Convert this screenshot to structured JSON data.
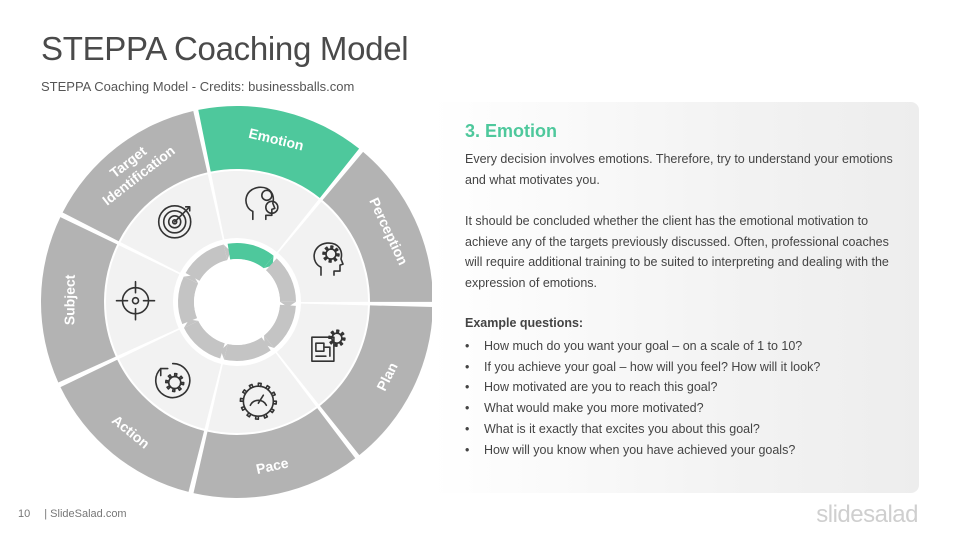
{
  "header": {
    "title": "STEPPA Coaching Model",
    "subtitle": "STEPPA Coaching Model - Credits: businessballs.com"
  },
  "wheel": {
    "segments": [
      {
        "label": "Subject",
        "active": false
      },
      {
        "label": "Target",
        "label2": "Identification",
        "active": false
      },
      {
        "label": "Emotion",
        "active": true
      },
      {
        "label": "Perception",
        "active": false
      },
      {
        "label": "Plan",
        "active": false
      },
      {
        "label": "Pace",
        "active": false
      },
      {
        "label": "Action",
        "active": false
      }
    ],
    "icons": [
      "target-crosshair-icon",
      "dartboard-icon",
      "emotions-head-icon",
      "mind-gears-icon",
      "blueprint-gear-icon",
      "speedometer-gear-icon",
      "cycle-gear-icon"
    ],
    "colors": {
      "segment": "#b3b3b3",
      "active": "#4ec89c",
      "inner": "#f2f2f2",
      "text": "#ffffff"
    }
  },
  "content": {
    "section_title": "3. Emotion",
    "paragraph1": "Every decision involves emotions. Therefore, try to understand your emotions and what motivates you.",
    "paragraph2": "It should be concluded whether the client has the emotional motivation to achieve any of the targets previously discussed. Often, professional coaches will require additional training to be suited to interpreting and dealing with the expression of emotions.",
    "questions_heading": "Example questions:",
    "bullet": "•",
    "questions": [
      "How much do you want your goal – on a scale of 1 to 10?",
      "If you achieve your goal – how will you feel? How will it look?",
      "How motivated are you to reach this goal?",
      "What would make you more motivated?",
      "What is it exactly that excites you about this goal?",
      "How will you know when you have achieved your goals?"
    ]
  },
  "footer": {
    "page_number": "10",
    "site": "| SlideSalad.com",
    "brand": "slidesalad"
  },
  "accent_color": "#4ec89c"
}
